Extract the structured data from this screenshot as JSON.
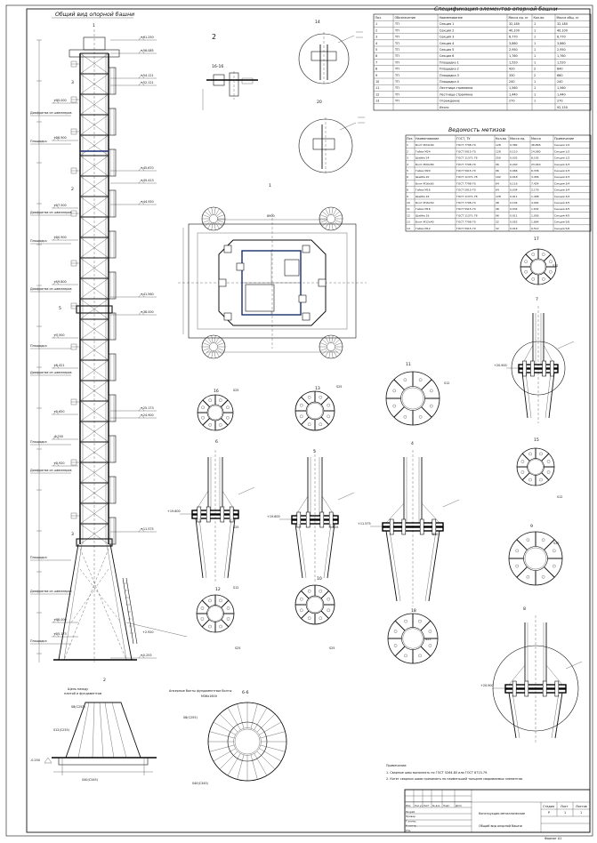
{
  "elevation": {
    "title": "Общий вид опорной башни",
    "axis_label": "1",
    "levels": [
      "+61.250",
      "+56.085",
      "+54.121",
      "+52.121",
      "+45.670",
      "+45.413",
      "+44.550",
      "+41.560",
      "+38.000",
      "+35.000",
      "+28.900",
      "+27.500",
      "+25.173",
      "+24.900",
      "+20.900",
      "+19.800",
      "+11.575",
      "+7.500",
      "+5.421",
      "+2.650",
      "+0.253",
      "-0.250",
      "+2.920"
    ],
    "section_marks": [
      "3",
      "2",
      "5",
      "3"
    ],
    "note_diaphragm": "Диафрагма из швеллеров",
    "note_platform": "Площадка",
    "view_2_label": "2"
  },
  "top_center": {
    "section_label": "2",
    "cut_label": "16-16"
  },
  "plan": {
    "label": "1",
    "dim_label": "8900"
  },
  "nodes": {
    "n14": "14",
    "n20": "20",
    "n16": "16",
    "n13": "13",
    "n11": "11",
    "n17": "17",
    "n15": "15",
    "n12": "12",
    "n10": "10",
    "n9": "9",
    "n18": "18",
    "n19": "19",
    "m6": "6",
    "m5": "5",
    "m4": "4",
    "m7": "7",
    "m8": "8",
    "s25": "S25",
    "s30": "S30",
    "s12": "S12"
  },
  "specification": {
    "title": "Спецификация элементов опорной башни",
    "headers": [
      "Поз.",
      "Обозначение",
      "Наименование",
      "Масса ед. кг",
      "Кол-во",
      "Масса общ. кг"
    ],
    "rows": [
      [
        "1",
        "ТП",
        "Секция 1",
        "32,180",
        "1",
        "32,180"
      ],
      [
        "2",
        "ТП",
        "Секция 2",
        "40,100",
        "1",
        "40,100"
      ],
      [
        "3",
        "ТП",
        "Секция 3",
        "6,770",
        "1",
        "6,770"
      ],
      [
        "4",
        "ТП",
        "Секция 4",
        "3,860",
        "1",
        "3,860"
      ],
      [
        "5",
        "ТП",
        "Секция 5",
        "2,950",
        "1",
        "2,950"
      ],
      [
        "6",
        "ТП",
        "Секция 6",
        "1,760",
        "1",
        "1,760"
      ],
      [
        "7",
        "ТП",
        "Площадка 1",
        "1,520",
        "1",
        "1,520"
      ],
      [
        "8",
        "ТП",
        "Площадка 2",
        "420",
        "2",
        "840"
      ],
      [
        "9",
        "ТП",
        "Площадка 3",
        "330",
        "2",
        "660"
      ],
      [
        "10",
        "ТП",
        "Площадка 4",
        "240",
        "1",
        "240"
      ],
      [
        "11",
        "ТП",
        "Лестница стремянка",
        "1,560",
        "1",
        "1,560"
      ],
      [
        "12",
        "ТП",
        "Лестница стремянка",
        "1,440",
        "1",
        "1,440"
      ],
      [
        "13",
        "ТП",
        "Ограждение",
        "270",
        "1",
        "270"
      ]
    ],
    "total_label": "Итого",
    "total_value": "92,150"
  },
  "bolts": {
    "title": "Ведомость метизов",
    "headers": [
      "Поз.",
      "Наименование",
      "ГОСТ, ТУ",
      "Кол-во",
      "Масса ед.",
      "Масса",
      "Примечание"
    ],
    "rows": [
      [
        "1",
        "Болт М24х90",
        "ГОСТ 7798-70",
        "128",
        "0,382",
        "48,896",
        "Секция 1/2"
      ],
      [
        "2",
        "Гайка М24",
        "ГОСТ 5915-70",
        "128",
        "0,110",
        "14,080",
        "Секция 1/2"
      ],
      [
        "3",
        "Шайба 24",
        "ГОСТ 11371-78",
        "256",
        "0,032",
        "8,192",
        "Секция 1/2"
      ],
      [
        "4",
        "Болт М20х80",
        "ГОСТ 7798-70",
        "96",
        "0,240",
        "23,040",
        "Секция 2/3"
      ],
      [
        "5",
        "Гайка М20",
        "ГОСТ 5915-70",
        "96",
        "0,066",
        "6,336",
        "Секция 2/3"
      ],
      [
        "6",
        "Шайба 20",
        "ГОСТ 11371-78",
        "192",
        "0,018",
        "3,456",
        "Секция 2/3"
      ],
      [
        "7",
        "Болт М16х60",
        "ГОСТ 7798-70",
        "64",
        "0,116",
        "7,424",
        "Секция 3/4"
      ],
      [
        "8",
        "Гайка М16",
        "ГОСТ 5915-70",
        "64",
        "0,034",
        "2,176",
        "Секция 3/4"
      ],
      [
        "9",
        "Шайба 16",
        "ГОСТ 11371-78",
        "128",
        "0,011",
        "1,408",
        "Секция 3/4"
      ],
      [
        "10",
        "Болт М16х50",
        "ГОСТ 7798-70",
        "48",
        "0,104",
        "4,992",
        "Секция 4/5"
      ],
      [
        "11",
        "Гайка М16",
        "ГОСТ 5915-70",
        "48",
        "0,034",
        "1,632",
        "Секция 4/5"
      ],
      [
        "12",
        "Шайба 16",
        "ГОСТ 11371-78",
        "96",
        "0,011",
        "1,056",
        "Секция 4/5"
      ],
      [
        "13",
        "Болт М12х40",
        "ГОСТ 7798-70",
        "32",
        "0,052",
        "1,664",
        "Секция 5/6"
      ],
      [
        "14",
        "Гайка М12",
        "ГОСТ 5915-70",
        "32",
        "0,016",
        "0,512",
        "Секция 5/6"
      ]
    ]
  },
  "bottom_left": {
    "view_label": "2",
    "note_top": "Щель между",
    "note_top2": "плитой и фундаментом",
    "s_lbl": "S8(С255)",
    "s_lbl2": "S12(С255)",
    "s_lbl3": "S40(С345)",
    "lvl": "-0.250"
  },
  "bottom_center": {
    "caption": "Анкерные болты фундаментные болты",
    "caption2": "М36х1600",
    "cut_label": "6-6",
    "s_lbl": "S40(С345)",
    "s_lbl2": "S8(С255)"
  },
  "notes": {
    "title": "Примечания:",
    "line1": "1. Сварные швы выполнять по ГОСТ 5264-80 или ГОСТ 8713-79.",
    "line2": "2. Катет сварных швов принимать по наименьшей толщине свариваемых элементов."
  },
  "title_block": {
    "stage_hdr": "Стадия",
    "sheet_hdr": "Лист",
    "sheets_hdr": "Листов",
    "stage": "Р",
    "sheet": "1",
    "sheets": "1",
    "project": "Конструкции металлические",
    "drawing": "Общий вид опорной башни",
    "rows": [
      "Изм.",
      "Кол.уч",
      "Лист",
      "№ док.",
      "Подп.",
      "Дата"
    ],
    "roles": [
      "Разраб.",
      "Провер.",
      "Т.контр.",
      "Н.контр.",
      "Утв."
    ],
    "format": "Формат А1"
  }
}
